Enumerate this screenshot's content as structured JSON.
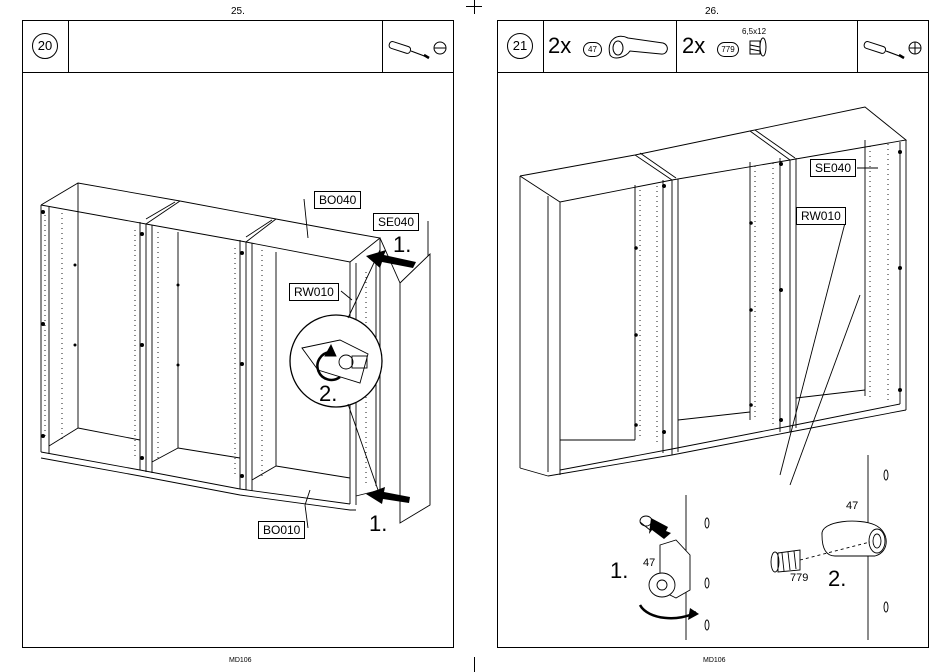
{
  "pages": [
    {
      "page_number": "25.",
      "footer": "MD106",
      "step": "20",
      "labels": {
        "bo040": "BO040",
        "se040": "SE040",
        "rw010": "RW010",
        "bo010": "BO010"
      },
      "actions": {
        "first_top": "1.",
        "first_bottom": "1.",
        "second": "2."
      },
      "tools": [
        "screwdriver-icon",
        "flathead-icon"
      ]
    },
    {
      "page_number": "26.",
      "footer": "MD106",
      "step": "21",
      "parts": [
        {
          "qty": "2x",
          "id": "47"
        },
        {
          "qty": "2x",
          "id": "779",
          "size": "6,5x12"
        }
      ],
      "labels": {
        "se040": "SE040",
        "rw010": "RW010"
      },
      "detail": {
        "left_part": "47",
        "right_part": "47",
        "screw": "779"
      },
      "actions": {
        "first": "1.",
        "second": "2."
      },
      "tools": [
        "screwdriver-icon",
        "phillips-icon"
      ]
    }
  ]
}
